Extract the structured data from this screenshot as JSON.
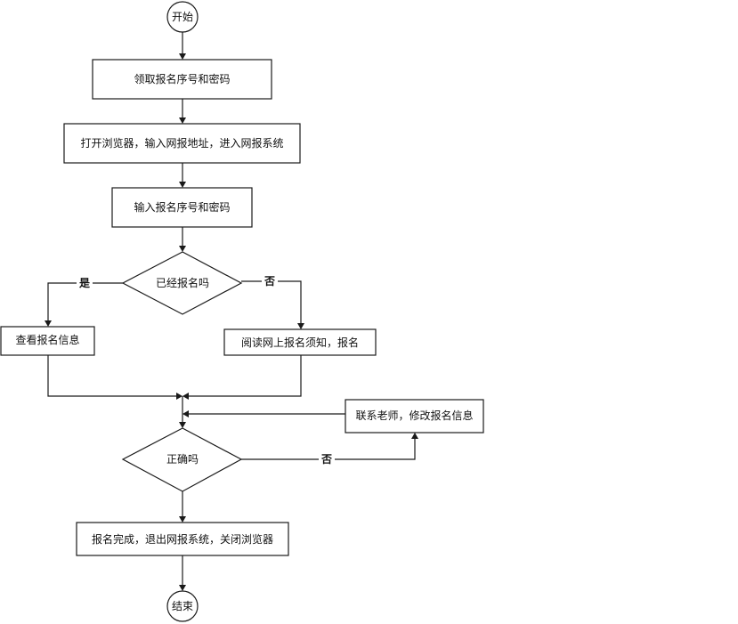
{
  "diagram": {
    "type": "flowchart",
    "nodes": {
      "start": {
        "shape": "terminal",
        "text": "开始"
      },
      "get_credentials": {
        "shape": "process",
        "text": "领取报名序号和密码"
      },
      "open_browser": {
        "shape": "process",
        "text": "打开浏览器，输入网报地址，进入网报系统"
      },
      "enter_credentials": {
        "shape": "process",
        "text": "输入报名序号和密码"
      },
      "already_registered": {
        "shape": "decision",
        "text": "已经报名吗"
      },
      "view_info": {
        "shape": "process",
        "text": "查看报名信息"
      },
      "read_notice": {
        "shape": "process",
        "text": "阅读网上报名须知，报名"
      },
      "contact_teacher": {
        "shape": "process",
        "text": "联系老师，修改报名信息"
      },
      "is_correct": {
        "shape": "decision",
        "text": "正确吗"
      },
      "finish": {
        "shape": "process",
        "text": "报名完成，退出网报系统，关闭浏览器"
      },
      "end": {
        "shape": "terminal",
        "text": "结束"
      }
    },
    "edges": [
      {
        "from": "start",
        "to": "get_credentials",
        "label": ""
      },
      {
        "from": "get_credentials",
        "to": "open_browser",
        "label": ""
      },
      {
        "from": "open_browser",
        "to": "enter_credentials",
        "label": ""
      },
      {
        "from": "enter_credentials",
        "to": "already_registered",
        "label": ""
      },
      {
        "from": "already_registered",
        "to": "view_info",
        "label": "是"
      },
      {
        "from": "already_registered",
        "to": "read_notice",
        "label": "否"
      },
      {
        "from": "view_info",
        "to": "is_correct",
        "label": ""
      },
      {
        "from": "read_notice",
        "to": "is_correct",
        "label": ""
      },
      {
        "from": "is_correct",
        "to": "contact_teacher",
        "label": "否"
      },
      {
        "from": "contact_teacher",
        "to": "is_correct",
        "label": ""
      },
      {
        "from": "is_correct",
        "to": "finish",
        "label": ""
      },
      {
        "from": "finish",
        "to": "end",
        "label": ""
      }
    ]
  }
}
